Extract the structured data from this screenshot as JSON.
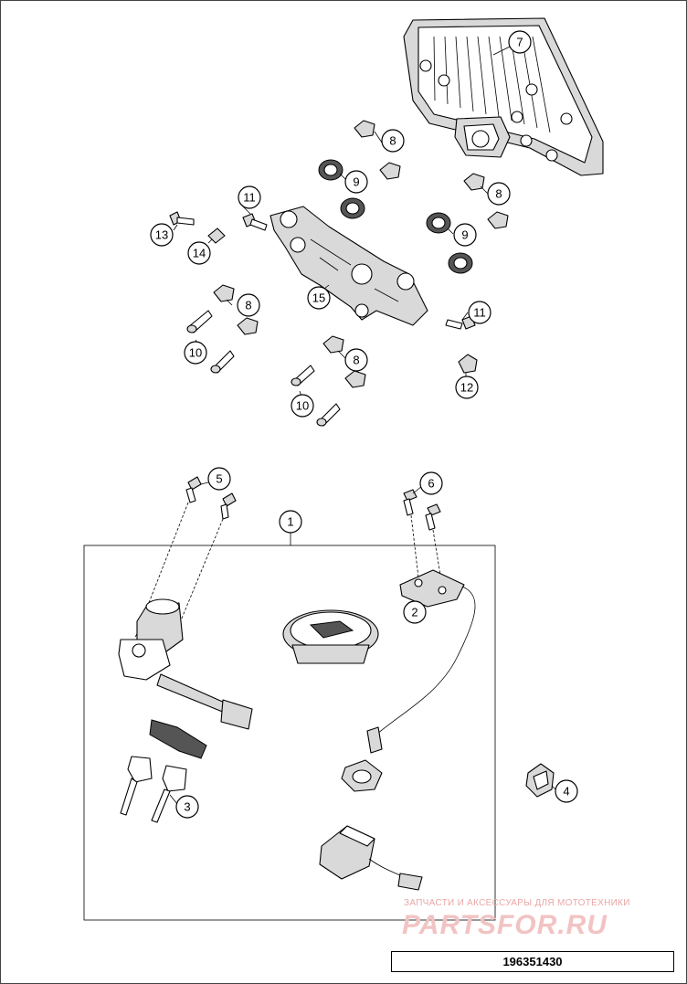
{
  "callouts": [
    {
      "n": "1"
    },
    {
      "n": "2"
    },
    {
      "n": "3"
    },
    {
      "n": "4"
    },
    {
      "n": "5"
    },
    {
      "n": "6"
    },
    {
      "n": "7"
    },
    {
      "n": "8"
    },
    {
      "n": "8"
    },
    {
      "n": "8"
    },
    {
      "n": "8"
    },
    {
      "n": "9"
    },
    {
      "n": "9"
    },
    {
      "n": "10"
    },
    {
      "n": "10"
    },
    {
      "n": "11"
    },
    {
      "n": "11"
    },
    {
      "n": "12"
    },
    {
      "n": "13"
    },
    {
      "n": "14"
    },
    {
      "n": "15"
    }
  ],
  "watermark": {
    "tagline": "ЗАПЧАСТИ И АКСЕССУАРЫ ДЛЯ МОТОТЕХНИКИ",
    "logo": "PARTSFOR.RU"
  },
  "drawing_number": "196351430"
}
